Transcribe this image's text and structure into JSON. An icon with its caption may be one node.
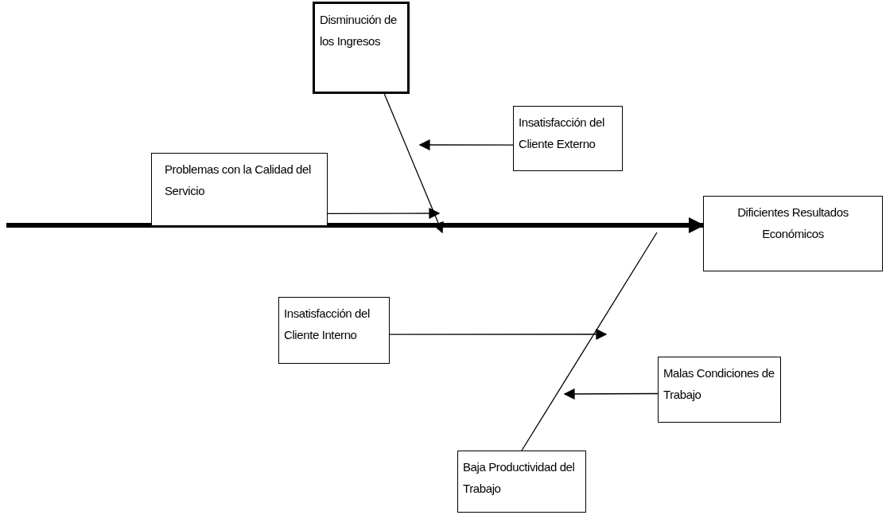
{
  "diagram": {
    "nodes": [
      {
        "text": [
          "Disminución de los Ingresos"
        ]
      },
      {
        "text": [
          "Insatisfacción del Cliente Externo"
        ]
      },
      {
        "text": [
          "Problemas con la Calidad del Servicio"
        ]
      },
      {
        "text": [
          "Dificientes Resultados Económicos"
        ]
      },
      {
        "text": [
          "Insatisfacción del Cliente Interno"
        ]
      },
      {
        "text": [
          "Malas Condiciones de Trabajo"
        ]
      },
      {
        "text": [
          "Baja Productividad del Trabajo"
        ]
      }
    ],
    "edges": [
      {
        "from": null,
        "to": 3,
        "arrow": "to",
        "style": "thick"
      },
      {
        "from": 0,
        "to": null,
        "arrow": "to"
      },
      {
        "from": 1,
        "to": null,
        "arrow": "to"
      },
      {
        "from": 2,
        "to": null,
        "arrow": "to"
      },
      {
        "from": 4,
        "to": null,
        "arrow": "to"
      },
      {
        "from": 5,
        "to": null,
        "arrow": "to"
      },
      {
        "from": 6,
        "to": null,
        "arrow": "none"
      }
    ]
  }
}
